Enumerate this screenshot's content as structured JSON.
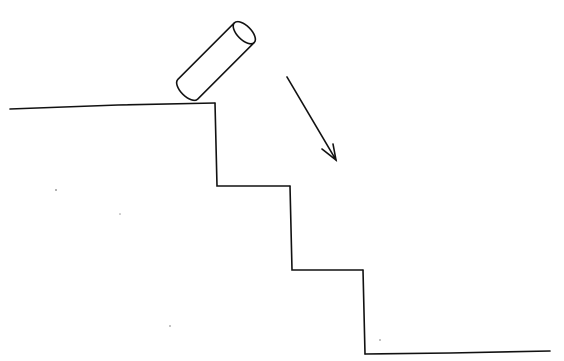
{
  "diagram": {
    "objects": [
      {
        "kind": "cylinder",
        "icon": "cylinder-icon",
        "state": "tipping over the top edge of the staircase"
      },
      {
        "kind": "staircase",
        "steps": 3
      },
      {
        "kind": "arrow",
        "icon": "arrow-down-right-icon",
        "direction": "down-right"
      }
    ],
    "colors": {
      "ink": "#111111",
      "background": "#ffffff"
    }
  }
}
